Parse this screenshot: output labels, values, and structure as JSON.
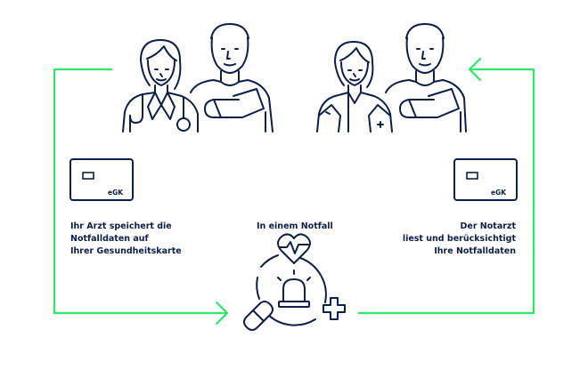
{
  "colors": {
    "navy": "#0c1f4a",
    "green": "#2ee86a"
  },
  "cards": {
    "left_label": "eGK",
    "right_label": "eGK"
  },
  "captions": {
    "left": "Ihr Arzt speichert die\nNotfalldaten auf\nIhrer Gesundheitskarte",
    "center": "In einem Notfall",
    "right": "Der Notarzt\nliest und berücksichtigt\nIhre Notfalldaten"
  },
  "icons": {
    "left_people": [
      "doctor-female-icon",
      "patient-arm-sling-icon"
    ],
    "right_people": [
      "emergency-doctor-female-icon",
      "patient-arm-sling-icon"
    ],
    "emergency": [
      "heart-pulse-icon",
      "siren-icon",
      "pill-icon",
      "medical-cross-icon"
    ]
  }
}
